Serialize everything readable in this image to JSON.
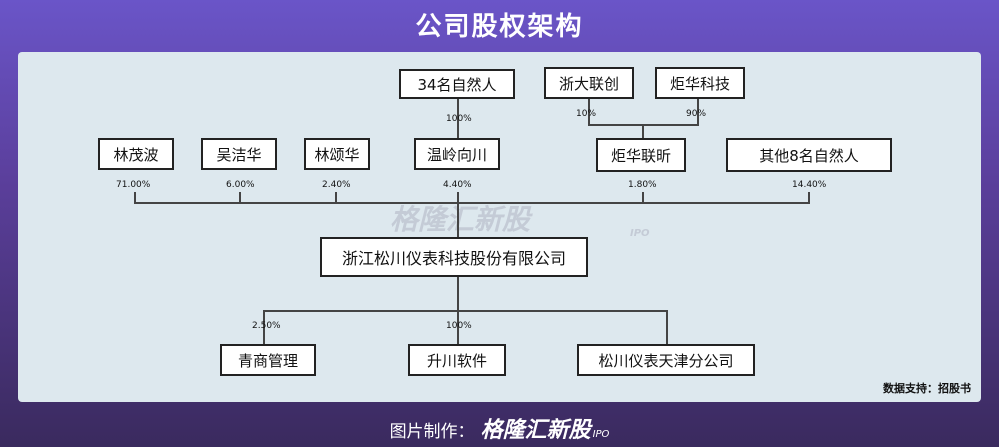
{
  "header": {
    "title": "公司股权架构"
  },
  "diagram": {
    "nodes": {
      "persons34": "34名自然人",
      "zheda": "浙大联创",
      "juhua_tech": "炬华科技",
      "linmaobo": "林茂波",
      "wujiehua": "吴洁华",
      "linsonghua": "林颂华",
      "wenling": "温岭向川",
      "juhua_lianxin": "炬华联昕",
      "others8": "其他8名自然人",
      "company": "浙江松川仪表科技股份有限公司",
      "qingshang": "青商管理",
      "shengchuan": "升川软件",
      "tianjin": "松川仪表天津分公司"
    },
    "percents": {
      "persons34_to_wenling": "100%",
      "zheda_to_lianxin": "10%",
      "juhua_tech_to_lianxin": "90%",
      "linmaobo": "71.00%",
      "wujiehua": "6.00%",
      "linsonghua": "2.40%",
      "wenling": "4.40%",
      "juhua_lianxin": "1.80%",
      "others8": "14.40%",
      "qingshang": "2.50%",
      "shengchuan": "100%"
    }
  },
  "watermark": {
    "text": "格隆汇新股",
    "sub": "IPO"
  },
  "source": "数据支持：招股书",
  "footer": {
    "label": "图片制作：",
    "brand": "格隆汇新股",
    "sub": "IPO"
  }
}
